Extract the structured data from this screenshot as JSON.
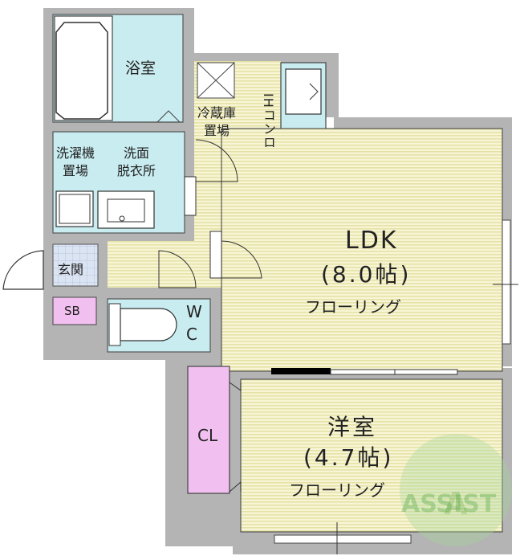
{
  "rooms": {
    "bath": {
      "label": "浴室"
    },
    "laundry": {
      "label": "洗濯機\n置場"
    },
    "washroom": {
      "label": "洗面\n脱衣所"
    },
    "fridge": {
      "label": "冷蔵庫\n置場"
    },
    "stove": {
      "label": "IHコンロ"
    },
    "entrance": {
      "label": "玄関"
    },
    "shoebox": {
      "label": "SB"
    },
    "wc": {
      "label": "W\nC"
    },
    "ldk": {
      "name": "LDK",
      "size": "(8.0帖)",
      "floor": "フローリング"
    },
    "western": {
      "name": "洋室",
      "size": "(4.7帖)",
      "floor": "フローリング"
    },
    "closet": {
      "label": "CL"
    }
  },
  "watermark": {
    "text": "ASSIST"
  },
  "colors": {
    "wall": "#b4b4b4",
    "floor_stripe": "#f2f0c8",
    "wet_area": "#c8ecf0",
    "entrance_tile": "#d4e0f0",
    "closet": "#f2c0f0",
    "shoebox": "#f2c0f0"
  }
}
